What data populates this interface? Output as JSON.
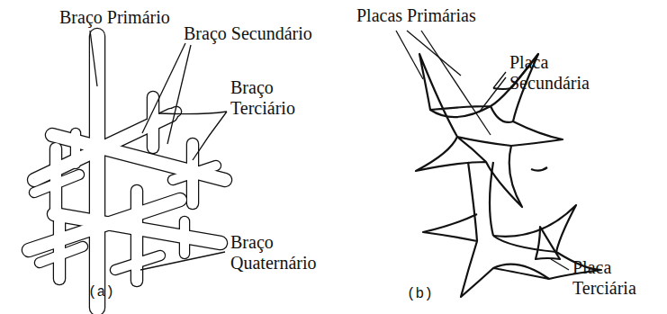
{
  "diagram": {
    "labels": [
      "Braço Primário",
      "Braço Secundário",
      "Braço Terciário",
      "Braço Quaternário",
      "(a)",
      "Placas Primárias",
      "Placa Secundária",
      "Placa Terciária",
      "(b)"
    ]
  }
}
